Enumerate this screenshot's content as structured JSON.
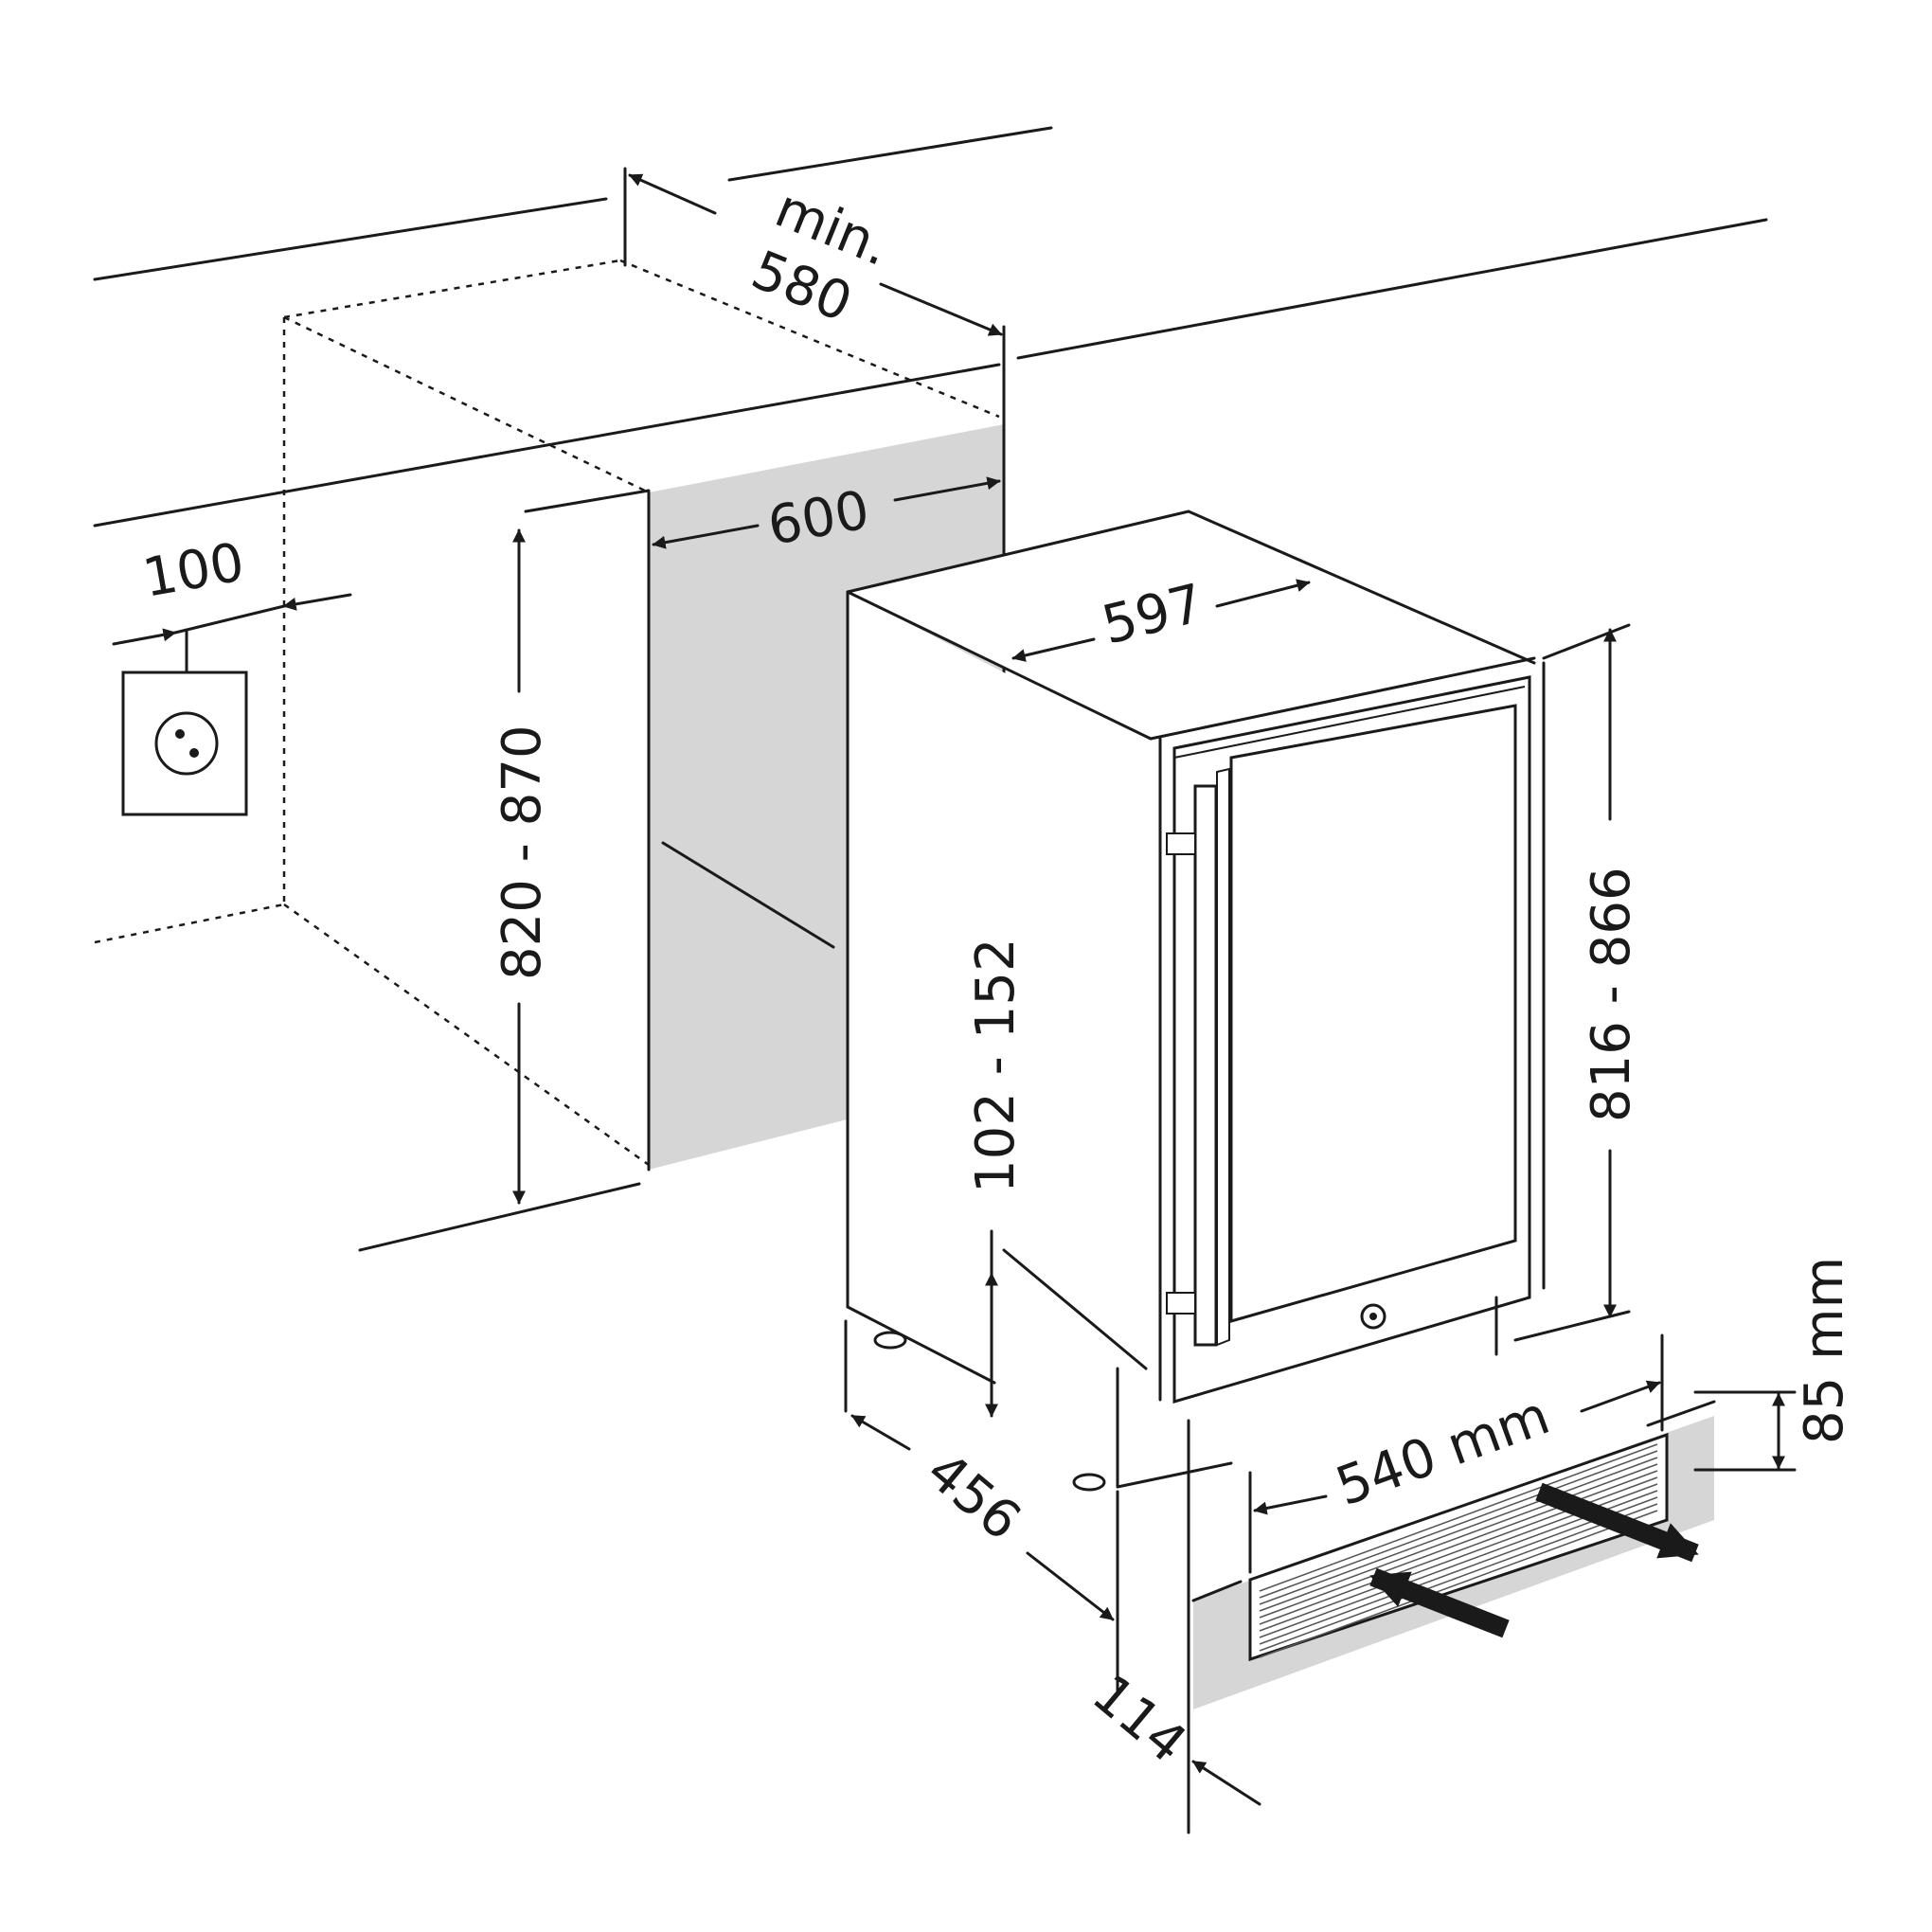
{
  "dimensions": {
    "niche_depth_min": "min.\n580",
    "niche_depth_min_label": "min.",
    "niche_depth_min_value": "580",
    "niche_width": "600",
    "socket_offset": "100",
    "niche_height": "820 - 870",
    "appliance_width": "597",
    "appliance_height": "816 - 866",
    "plinth_height_range": "102 - 152",
    "appliance_depth": "456",
    "plinth_depth": "114",
    "vent_width": "540 mm",
    "vent_height": "85 mm"
  },
  "colors": {
    "line": "#1a1a1a",
    "shade": "#d6d6d6",
    "background": "#ffffff"
  }
}
